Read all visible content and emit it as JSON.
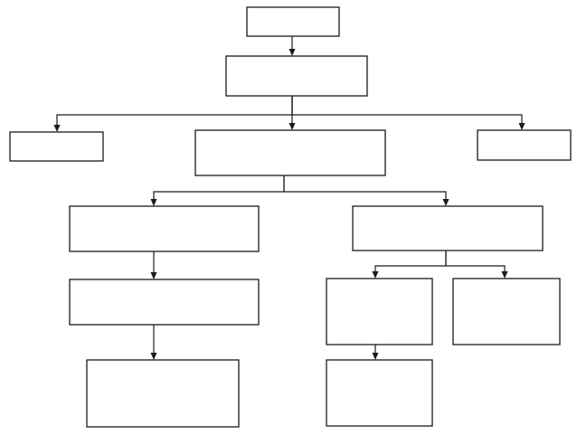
{
  "diagram": {
    "type": "flowchart",
    "orientation": "top-down",
    "colors": {
      "background": "#ffffff",
      "stroke": "#1a1a1a"
    },
    "nodes": [
      {
        "id": "root",
        "label": ""
      },
      {
        "id": "level2",
        "label": ""
      },
      {
        "id": "left-leaf",
        "label": ""
      },
      {
        "id": "center",
        "label": ""
      },
      {
        "id": "right-leaf",
        "label": ""
      },
      {
        "id": "left-branch",
        "label": ""
      },
      {
        "id": "right-branch",
        "label": ""
      },
      {
        "id": "left-middle",
        "label": ""
      },
      {
        "id": "left-bottom",
        "label": ""
      },
      {
        "id": "right-sub-left",
        "label": ""
      },
      {
        "id": "right-sub-right",
        "label": ""
      },
      {
        "id": "right-sub-left-bottom",
        "label": ""
      }
    ],
    "edges": [
      {
        "from": "root",
        "to": "level2"
      },
      {
        "from": "level2",
        "to": "left-leaf"
      },
      {
        "from": "level2",
        "to": "center"
      },
      {
        "from": "level2",
        "to": "right-leaf"
      },
      {
        "from": "center",
        "to": "left-branch"
      },
      {
        "from": "center",
        "to": "right-branch"
      },
      {
        "from": "left-branch",
        "to": "left-middle"
      },
      {
        "from": "left-middle",
        "to": "left-bottom"
      },
      {
        "from": "right-branch",
        "to": "right-sub-left"
      },
      {
        "from": "right-branch",
        "to": "right-sub-right"
      },
      {
        "from": "right-sub-left",
        "to": "right-sub-left-bottom"
      }
    ]
  }
}
